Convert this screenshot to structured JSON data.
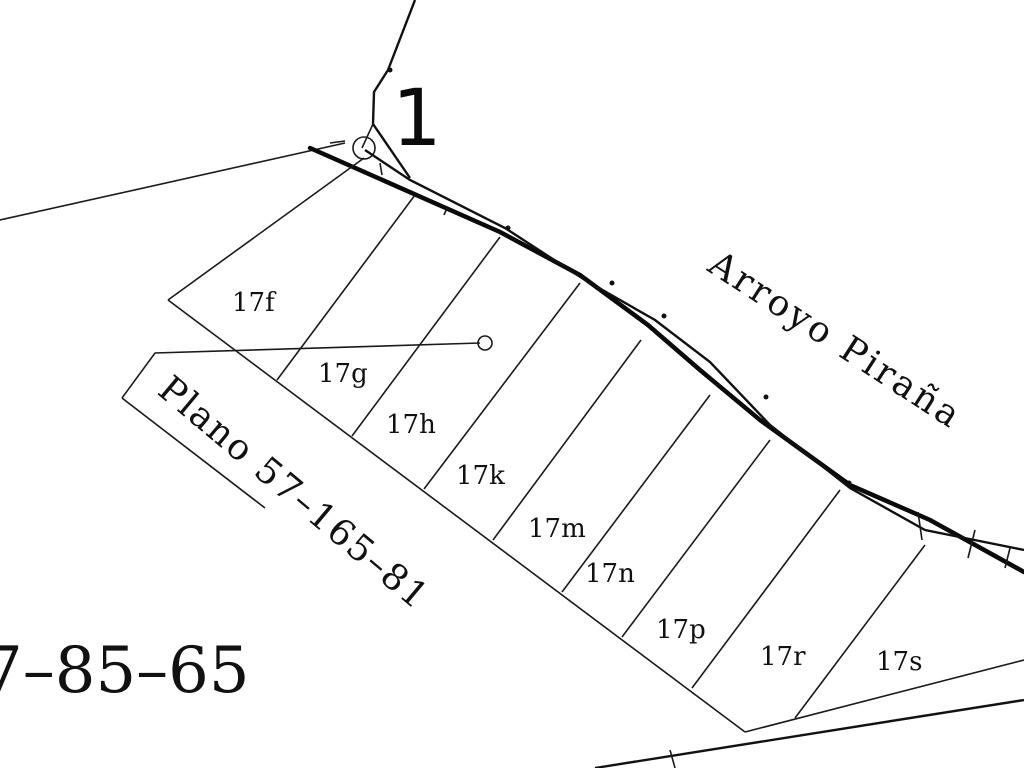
{
  "map": {
    "point_label": "1",
    "river_name": "Arroyo Piraña",
    "plan_reference": "Plano 57–165–81",
    "partial_reference": "7–85–65",
    "lots": [
      "17f",
      "17g",
      "17h",
      "17k",
      "17m",
      "17n",
      "17p",
      "17r",
      "17s"
    ]
  }
}
